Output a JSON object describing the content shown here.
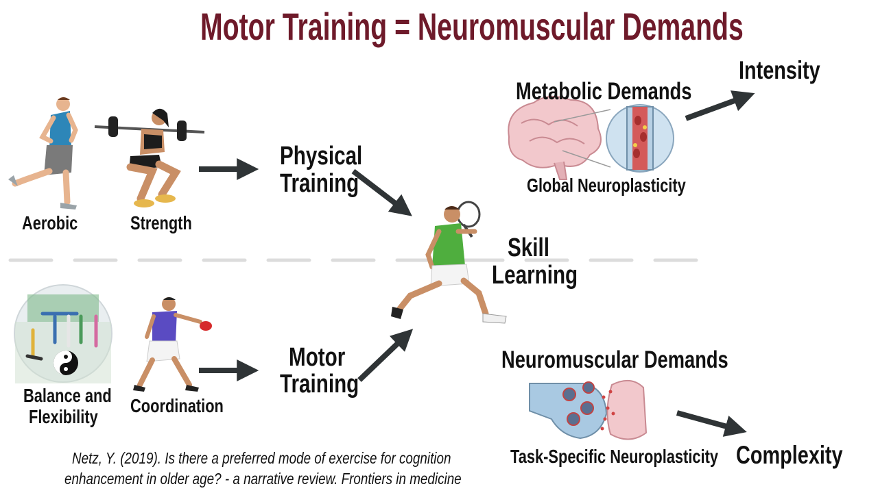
{
  "title": "Motor Training = Neuromuscular Demands",
  "labels": {
    "aerobic": "Aerobic",
    "strength": "Strength",
    "balance_line1": "Balance and",
    "balance_line2": "Flexibility",
    "coordination": "Coordination",
    "physical_line1": "Physical",
    "physical_line2": "Training",
    "motor_line1": "Motor",
    "motor_line2": "Training",
    "skill_line1": "Skill",
    "skill_line2": "Learning",
    "metabolic": "Metabolic Demands",
    "global": "Global Neuroplasticity",
    "intensity": "Intensity",
    "neuromuscular": "Neuromuscular Demands",
    "task_specific": "Task-Specific Neuroplasticity",
    "complexity": "Complexity"
  },
  "citation": {
    "line1": "Netz, Y. (2019).  Is there a preferred mode of exercise for cognition",
    "line2": "enhancement in older age? - a narrative review.  Frontiers in medicine"
  },
  "icons": [
    "runner-icon",
    "weightlifter-icon",
    "tai-chi-icon",
    "table-tennis-icon",
    "tennis-player-icon",
    "brain-icon",
    "blood-vessel-icon",
    "synapse-icon"
  ],
  "colors": {
    "title": "#6e1a2a",
    "arrow": "#2f3436",
    "divider": "#dcdcdc"
  }
}
